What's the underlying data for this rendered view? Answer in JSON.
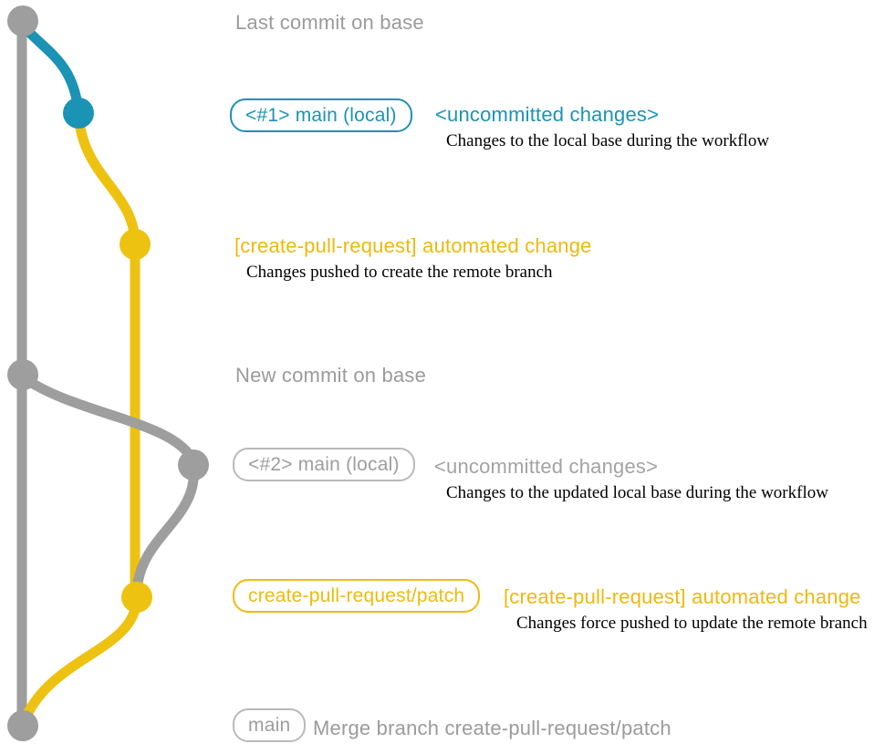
{
  "colors": {
    "gray_line": "#9e9e9e",
    "gray_text": "#9b9b9b",
    "gray_border": "#b9b9b9",
    "blue": "#1b93b5",
    "yellow_line": "#edc211",
    "yellow_text": "#edb90d",
    "description_text": "#000000",
    "background": "#ffffff"
  },
  "graph": {
    "branch_colors": [
      "#9e9e9e",
      "#1b93b5",
      "#edc211"
    ],
    "commit_count": 7
  },
  "commits": [
    {
      "label": "Last commit on base",
      "color": "gray"
    },
    {
      "badge": "<#1> main (local)",
      "heading": "<uncommitted changes>",
      "description": "Changes to the local base during the workflow",
      "color": "blue"
    },
    {
      "heading": "[create-pull-request] automated change",
      "description": "Changes pushed to create the remote branch",
      "color": "yellow"
    },
    {
      "label": "New commit on base",
      "color": "gray"
    },
    {
      "badge": "<#2> main (local)",
      "heading": "<uncommitted changes>",
      "description": "Changes to the updated local base during the workflow",
      "color": "gray"
    },
    {
      "badge": "create-pull-request/patch",
      "heading": "[create-pull-request] automated change",
      "description": "Changes force pushed to update the remote branch",
      "color": "yellow"
    },
    {
      "badge": "main",
      "label": "Merge branch create-pull-request/patch",
      "color": "gray"
    }
  ]
}
